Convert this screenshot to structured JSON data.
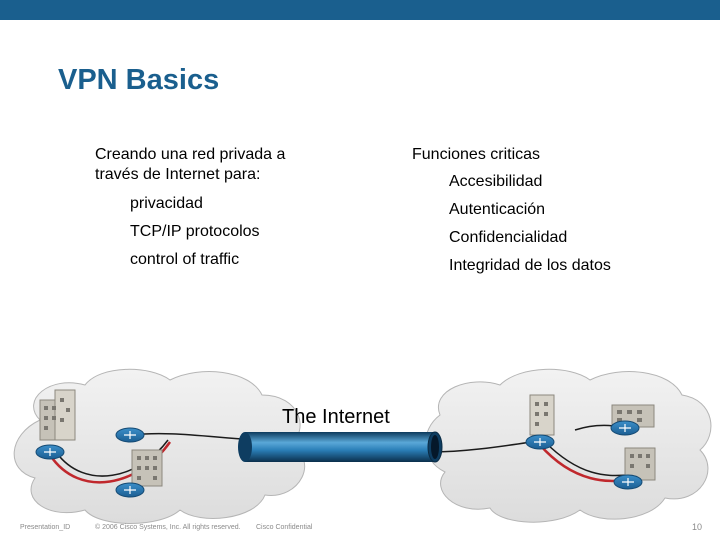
{
  "slide": {
    "title": "VPN Basics",
    "accent_color": "#1a5f8e"
  },
  "left_column": {
    "heading_line1": "Creando una red privada a",
    "heading_line2": "través de Internet para:",
    "items": [
      "privacidad",
      "TCP/IP protocolos",
      "control of traffic"
    ]
  },
  "right_column": {
    "heading": "Funciones criticas",
    "items": [
      "Accesibilidad",
      "Autenticación",
      "Confidencialidad",
      "Integridad de los datos"
    ]
  },
  "diagram": {
    "tunnel_label": "The Internet",
    "icons": [
      "cloud-icon",
      "building-icon",
      "router-icon",
      "tunnel-pipe"
    ]
  },
  "footer": {
    "presentation_id": "Presentation_ID",
    "copyright": "© 2006 Cisco Systems, Inc. All rights reserved.",
    "confidential": "Cisco Confidential",
    "page_number": "10"
  }
}
